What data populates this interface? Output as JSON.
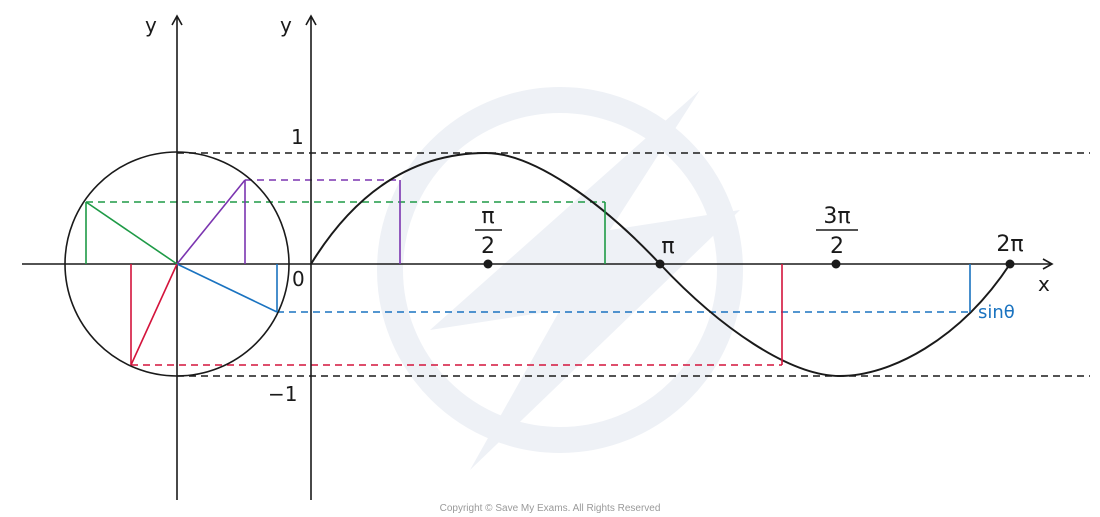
{
  "colors": {
    "axis": "#1a1a1a",
    "green": "#1e9a46",
    "purple": "#7b35b0",
    "blue": "#1a73c0",
    "red": "#d4143c",
    "watermark": "#eef1f6"
  },
  "labels": {
    "circle_y": "y",
    "graph_y": "y",
    "x": "x",
    "one": "1",
    "neg_one": "−1",
    "origin": "0",
    "pi_over_2_num": "π",
    "pi_over_2_den": "2",
    "pi": "π",
    "three_pi_over_2_num": "3π",
    "three_pi_over_2_den": "2",
    "two_pi": "2π",
    "sin_theta": "sinθ"
  },
  "copyright": "Copyright © Save My Exams. All Rights Reserved"
}
